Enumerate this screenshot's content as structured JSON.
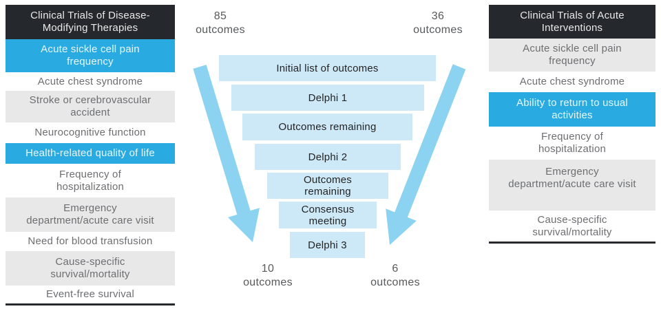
{
  "left_column": {
    "header": "Clinical Trials of Disease-\nModifying Therapies",
    "items": [
      {
        "label": "Acute sickle cell pain\nfrequency",
        "highlight": "blue"
      },
      {
        "label": "Acute chest syndrome",
        "highlight": "white"
      },
      {
        "label": "Stroke or cerebrovascular\naccident",
        "highlight": "gray"
      },
      {
        "label": "Neurocognitive function",
        "highlight": "white"
      },
      {
        "label": "Health-related quality of life",
        "highlight": "blue"
      },
      {
        "label": "Frequency of\nhospitalization",
        "highlight": "white"
      },
      {
        "label": "Emergency\ndepartment/acute care visit",
        "highlight": "gray"
      },
      {
        "label": "Need for blood transfusion",
        "highlight": "white"
      },
      {
        "label": "Cause-specific\nsurvival/mortality",
        "highlight": "gray"
      },
      {
        "label": "Event-free survival",
        "highlight": "white"
      }
    ]
  },
  "right_column": {
    "header": "Clinical Trials of Acute\nInterventions",
    "items": [
      {
        "label": "Acute sickle cell pain\nfrequency",
        "highlight": "gray"
      },
      {
        "label": "Acute chest syndrome",
        "highlight": "white"
      },
      {
        "label": "Ability to return to usual\nactivities",
        "highlight": "blue"
      },
      {
        "label": "Frequency of\nhospitalization",
        "highlight": "white"
      },
      {
        "label": "Emergency\ndepartment/acute care visit",
        "highlight": "gray"
      },
      {
        "label": "Cause-specific\nsurvival/mortality",
        "highlight": "white"
      }
    ]
  },
  "funnel": {
    "steps": [
      "Initial list of outcomes",
      "Delphi 1",
      "Outcomes remaining",
      "Delphi 2",
      "Outcomes\nremaining",
      "Consensus\nmeeting",
      "Delphi 3"
    ],
    "counts": {
      "top_left": {
        "value": "85",
        "unit": "outcomes"
      },
      "top_right": {
        "value": "36",
        "unit": "outcomes"
      },
      "bottom_left": {
        "value": "10",
        "unit": "outcomes"
      },
      "bottom_right": {
        "value": "6",
        "unit": "outcomes"
      }
    }
  },
  "colors": {
    "accent_cyan": "#29ABE2",
    "header_dark": "#25282C",
    "item_gray": "#E8E8E8",
    "funnel_box_blue": "#CDE9F8",
    "arrow_blue": "#8CD3F1",
    "text_gray": "#6D6E71"
  }
}
